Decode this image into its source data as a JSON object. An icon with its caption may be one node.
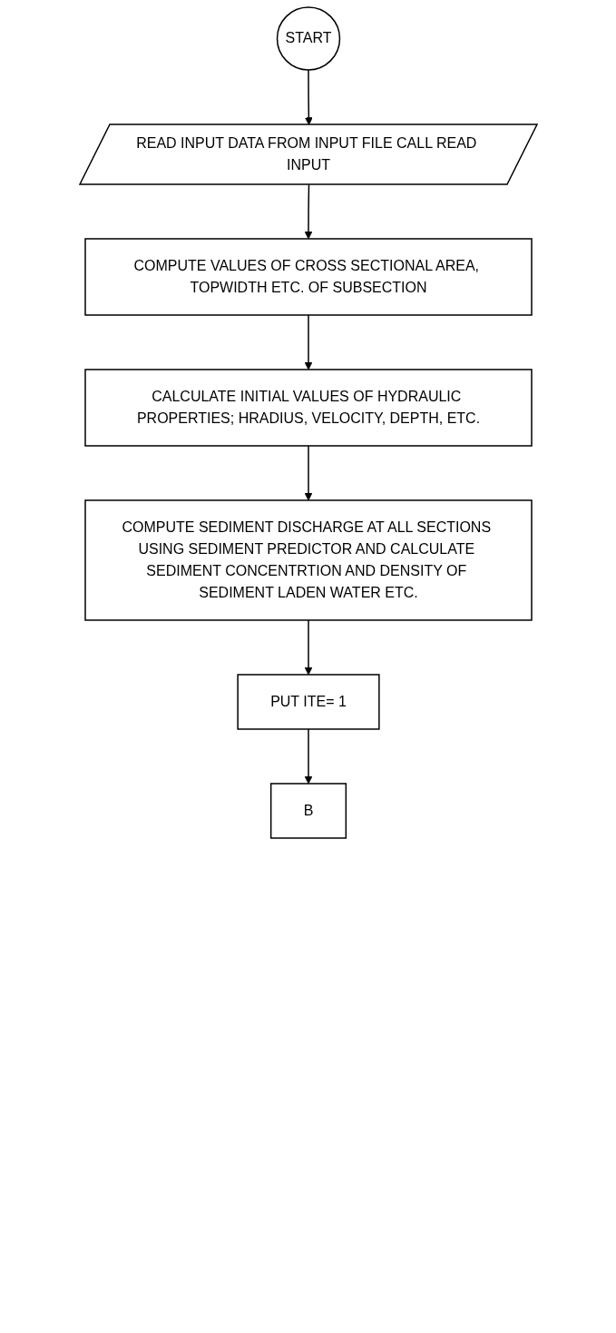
{
  "diagram": {
    "nodes": [
      {
        "text": [
          "START"
        ]
      },
      {
        "text": [
          "READ INPUT DATA FROM INPUT FILE CALL READ INPUT"
        ]
      },
      {
        "text": [
          "COMPUTE VALUES OF CROSS SECTIONAL AREA, TOPWIDTH ETC. OF SUBSECTION"
        ]
      },
      {
        "text": [
          "CALCULATE INITIAL VALUES OF HYDRAULIC PROPERTIES; HRADIUS, VELOCITY, DEPTH, ETC."
        ]
      },
      {
        "text": [
          "COMPUTE SEDIMENT DISCHARGE AT ALL SECTIONS USING SEDIMENT PREDICTOR AND CALCULATE SEDIMENT CONCENTRTION AND DENSITY OF SEDIMENT LADEN WATER ETC."
        ]
      },
      {
        "text": [
          "PUT ITE= 1"
        ]
      },
      {
        "text": [
          "B"
        ]
      }
    ],
    "edges": [
      {
        "from": 0,
        "to": 1,
        "arrow": "to"
      },
      {
        "from": 1,
        "to": 2,
        "arrow": "to"
      },
      {
        "from": 2,
        "to": 3,
        "arrow": "to"
      },
      {
        "from": 3,
        "to": 4,
        "arrow": "to"
      },
      {
        "from": 4,
        "to": 5,
        "arrow": "to"
      },
      {
        "from": 5,
        "to": 6,
        "arrow": "to"
      }
    ]
  }
}
